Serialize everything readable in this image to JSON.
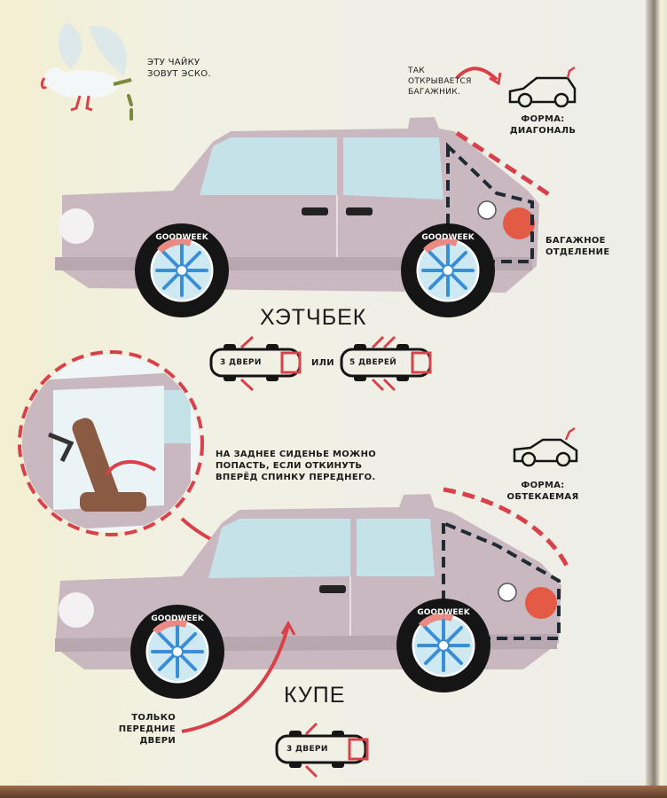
{
  "seagull_caption": [
    "ЭТУ ЧАЙКУ",
    "ЗОВУТ ЭСКО."
  ],
  "trunk_caption": [
    "ТАК",
    "ОТКРЫВАЕТСЯ",
    "БАГАЖНИК."
  ],
  "hatchback": {
    "shape_label": [
      "ФОРМА:",
      "ДИАГОНАЛЬ"
    ],
    "trunk_label": [
      "БАГАЖНОЕ",
      "ОТДЕЛЕНИЕ"
    ],
    "title": "ХЭТЧБЕК",
    "doors_option_1": "3 ДВЕРИ",
    "or": "ИЛИ",
    "doors_option_2": "5 ДВЕРЕЙ"
  },
  "coupe": {
    "seat_note": [
      "НА ЗАДНЕЕ СИДЕНЬЕ МОЖНО",
      "ПОПАСТЬ, ЕСЛИ ОТКИНУТЬ",
      "ВПЕРЁД СПИНКУ ПЕРЕДНЕГО."
    ],
    "shape_label": [
      "ФОРМА:",
      "ОБТЕКАЕМАЯ"
    ],
    "title": "КУПЕ",
    "front_doors_note": [
      "ТОЛЬКО",
      "ПЕРЕДНИЕ",
      "ДВЕРИ"
    ],
    "doors_option": "3 ДВЕРИ"
  },
  "tire_brand": "GOODWEEK",
  "colors": {
    "car_body": "#c9b8bf",
    "window": "#c4e2e8",
    "accent_red": "#d9414a",
    "rim_blue": "#3a8ed6",
    "tire": "#151515"
  }
}
